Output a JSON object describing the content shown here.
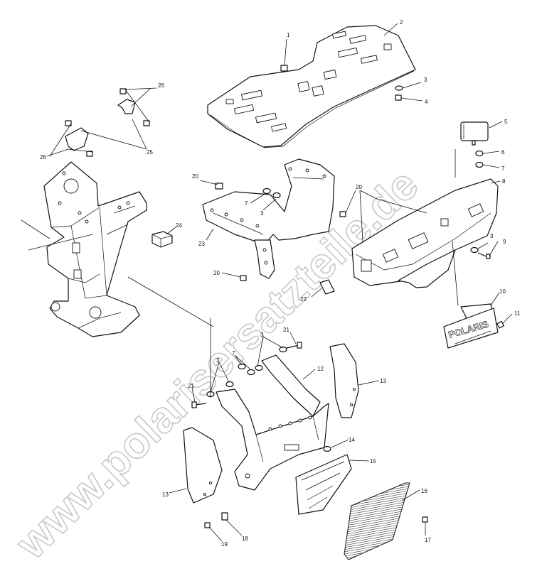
{
  "watermark": "www.polarisersatzteile.de",
  "logo_text": "POLARIS",
  "callouts": {
    "c1": "1",
    "c2": "2",
    "c3a": "3",
    "c4": "4",
    "c5": "5",
    "c6": "6",
    "c7a": "7",
    "c8": "8",
    "c3b": "3",
    "c9": "9",
    "c10": "10",
    "c11": "11",
    "c26a": "26",
    "c26b": "26",
    "c25": "25",
    "c20a": "20",
    "c7b": "7",
    "c3c": "3",
    "c20b": "20",
    "c24": "24",
    "c23": "23",
    "c20c": "20",
    "c22": "22",
    "c21a": "21",
    "c3d": "3",
    "c7c": "7",
    "c3e": "3",
    "c12": "12",
    "c21b": "21",
    "c13a": "13",
    "c13b": "13",
    "c14": "14",
    "c15": "15",
    "c16": "16",
    "c17": "17",
    "c18": "18",
    "c19": "19"
  }
}
